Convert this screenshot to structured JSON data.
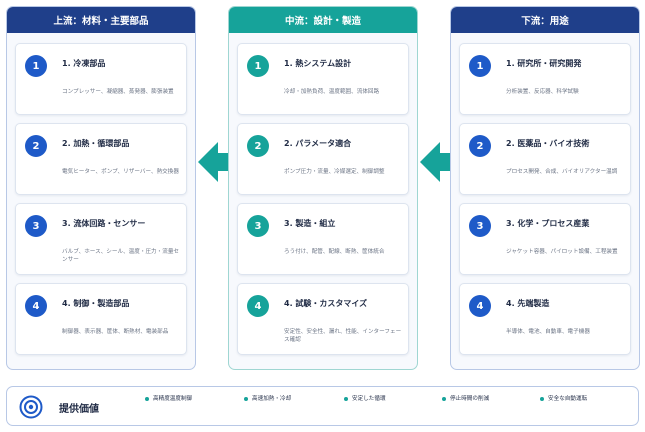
{
  "columns": {
    "upstream": {
      "title": "上流：材料・主要部品",
      "cards": [
        {
          "num": "1",
          "title": "1. 冷凍部品",
          "desc": "コンプレッサー、凝縮器、蒸発器、膨張装置"
        },
        {
          "num": "2",
          "title": "2. 加熱・循環部品",
          "desc": "電気ヒーター、ポンプ、リザーバー、熱交換器"
        },
        {
          "num": "3",
          "title": "3. 流体回路・センサー",
          "desc": "バルブ、ホース、シール、温度・圧力・流量センサー"
        },
        {
          "num": "4",
          "title": "4. 制御・製造部品",
          "desc": "制御器、表示器、筐体、断熱材、電装部品"
        }
      ]
    },
    "midstream": {
      "title": "中流：設計・製造",
      "cards": [
        {
          "num": "1",
          "title": "1. 熱システム設計",
          "desc": "冷却・加熱負荷、温度範囲、流体回路"
        },
        {
          "num": "2",
          "title": "2. パラメータ適合",
          "desc": "ポンプ圧力・流量、冷媒選定、制御調整"
        },
        {
          "num": "3",
          "title": "3. 製造・組立",
          "desc": "ろう付け、配管、配線、断熱、筐体統合"
        },
        {
          "num": "4",
          "title": "4. 試験・カスタマイズ",
          "desc": "安定性、安全性、漏れ、性能、インターフェース確認"
        }
      ]
    },
    "downstream": {
      "title": "下流：用途",
      "cards": [
        {
          "num": "1",
          "title": "1. 研究所・研究開発",
          "desc": "分析装置、反応器、科学試験"
        },
        {
          "num": "2",
          "title": "2. 医薬品・バイオ技術",
          "desc": "プロセス開発、合成、バイオリアクター温調"
        },
        {
          "num": "3",
          "title": "3. 化学・プロセス産業",
          "desc": "ジャケット容器、パイロット設備、工程装置"
        },
        {
          "num": "4",
          "title": "4. 先端製造",
          "desc": "半導体、電池、自動車、電子機器"
        }
      ]
    }
  },
  "bottom": {
    "title": "提供価値",
    "values": [
      "高精度温度制御",
      "高速加熱・冷却",
      "安定した循環",
      "停止時間の削減",
      "安全な自動運転"
    ]
  },
  "colors": {
    "navy": "#1f3f8a",
    "teal": "#16a39a",
    "blue": "#1e5ac8"
  }
}
